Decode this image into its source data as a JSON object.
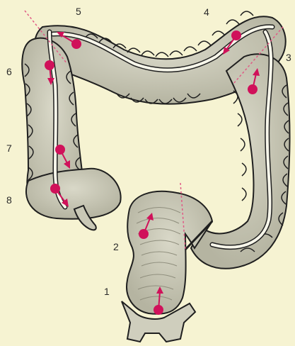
{
  "diagram": {
    "labels": [
      "1",
      "2",
      "3",
      "4",
      "5",
      "6",
      "7",
      "8"
    ],
    "colors": {
      "background": "#f6f3d2",
      "tissue": "#c9c8b6",
      "tissue_dark": "#a9a895",
      "outline": "#1f1f1f",
      "lumen": "#f7f6ea",
      "marker": "#d0115a",
      "dotted_line": "#e05a85"
    }
  }
}
